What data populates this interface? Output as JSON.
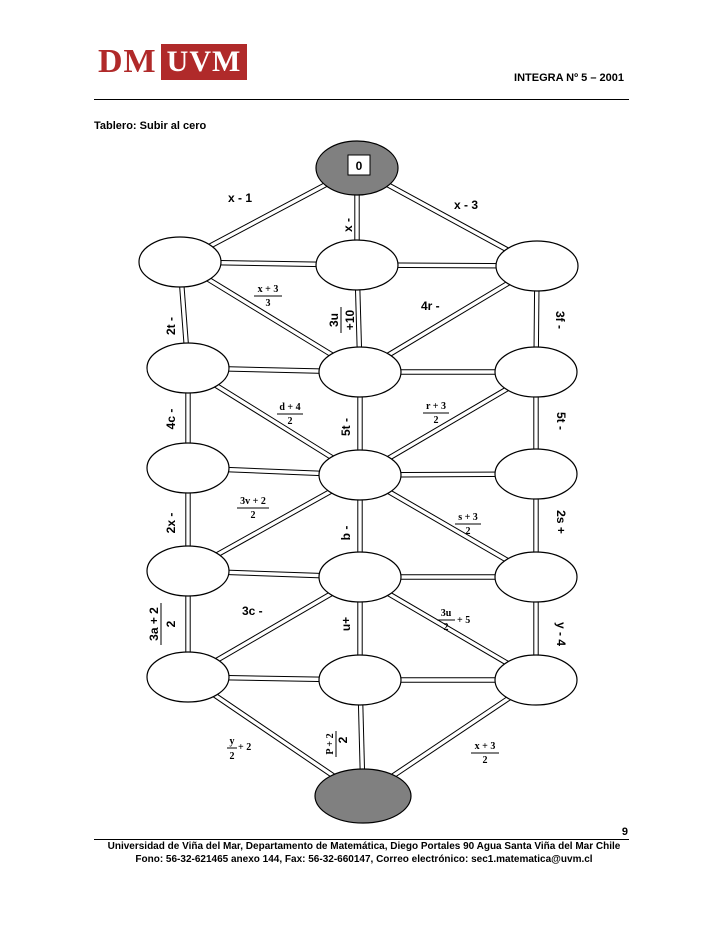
{
  "header": {
    "logo_dm": "DM",
    "logo_uvm": "UVM",
    "doc_title": "INTEGRA Nº  5 – 2001"
  },
  "board_title": "Tablero: Subir al cero",
  "top_node_value": "0",
  "labels": {
    "x_minus_1": "x - 1",
    "x_minus": "x -",
    "x_minus_3": "x - 3",
    "x_plus_3_num": "x + 3",
    "x_plus_3_den": "3",
    "three_u": "3u",
    "plus_10": "+10",
    "four_r": "4r -",
    "two_t": "2t -",
    "three_f": "3f -",
    "d_plus_4_num": "d + 4",
    "d_plus_4_den": "2",
    "r_plus_3_num": "r + 3",
    "r_plus_3_den": "2",
    "four_c": "4c -",
    "five_t_mid": "5t -",
    "five_t_right": "5t -",
    "three_v_num": "3v + 2",
    "three_v_den": "2",
    "s_plus_3_num": "s + 3",
    "s_plus_3_den": "2",
    "two_x": "2x -",
    "b_minus": "b -",
    "two_s": "2s +",
    "three_a_num": "3a + 2",
    "three_a_den": "2",
    "three_c": "3c -",
    "three_u2_num": "3u",
    "three_u2_den": "2",
    "plus_5": "+ 5",
    "u_plus": "u+",
    "y_minus_4": "y - 4",
    "y_num": "y",
    "y_den": "2",
    "y_plus_2": "+ 2",
    "p_plus_2": "P + 2",
    "p_den": "2",
    "x3b_num": "x + 3",
    "x3b_den": "2"
  },
  "page_number": "9",
  "footer": {
    "line1": "Universidad de Viña del Mar, Departamento de Matemática, Diego Portales 90 Agua Santa Viña del Mar Chile",
    "line2": "Fono: 56-32-621465 anexo 144, Fax: 56-32-660147, Correo electrónico: sec1.matematica@uvm.cl"
  },
  "colors": {
    "ink": "#000000",
    "node_dark": "#808080",
    "logo_red": "#b02a2a"
  }
}
